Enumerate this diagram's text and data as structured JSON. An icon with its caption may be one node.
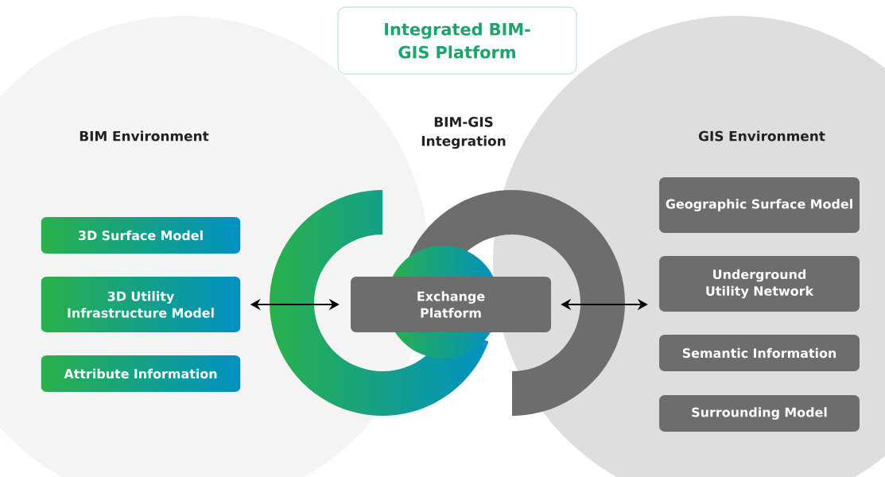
{
  "diagram": {
    "nodes": [
      {
        "text": [
          "Integrated BIM-GIS Platform"
        ]
      },
      {
        "text": [
          "BIM Environment"
        ]
      },
      {
        "text": [
          "3D Surface Model"
        ],
        "in": 1
      },
      {
        "text": [
          "3D Utility Infrastructure Model"
        ],
        "in": 1
      },
      {
        "text": [
          "Attribute Information"
        ],
        "in": 1
      },
      {
        "text": [
          "GIS Environment"
        ]
      },
      {
        "text": [
          "Geographic Surface Model"
        ],
        "in": 5
      },
      {
        "text": [
          "Underground Utility Network"
        ],
        "in": 5
      },
      {
        "text": [
          "Semantic Information"
        ],
        "in": 5
      },
      {
        "text": [
          "Surrounding Model"
        ],
        "in": 5
      },
      {
        "text": [
          "Exchange Platform"
        ]
      }
    ],
    "edges": [
      {
        "from": 3,
        "to": 10,
        "arrow": "both"
      },
      {
        "from": 10,
        "to": 7,
        "arrow": "both"
      }
    ],
    "labels": [
      "BIM-GIS Integration"
    ]
  }
}
